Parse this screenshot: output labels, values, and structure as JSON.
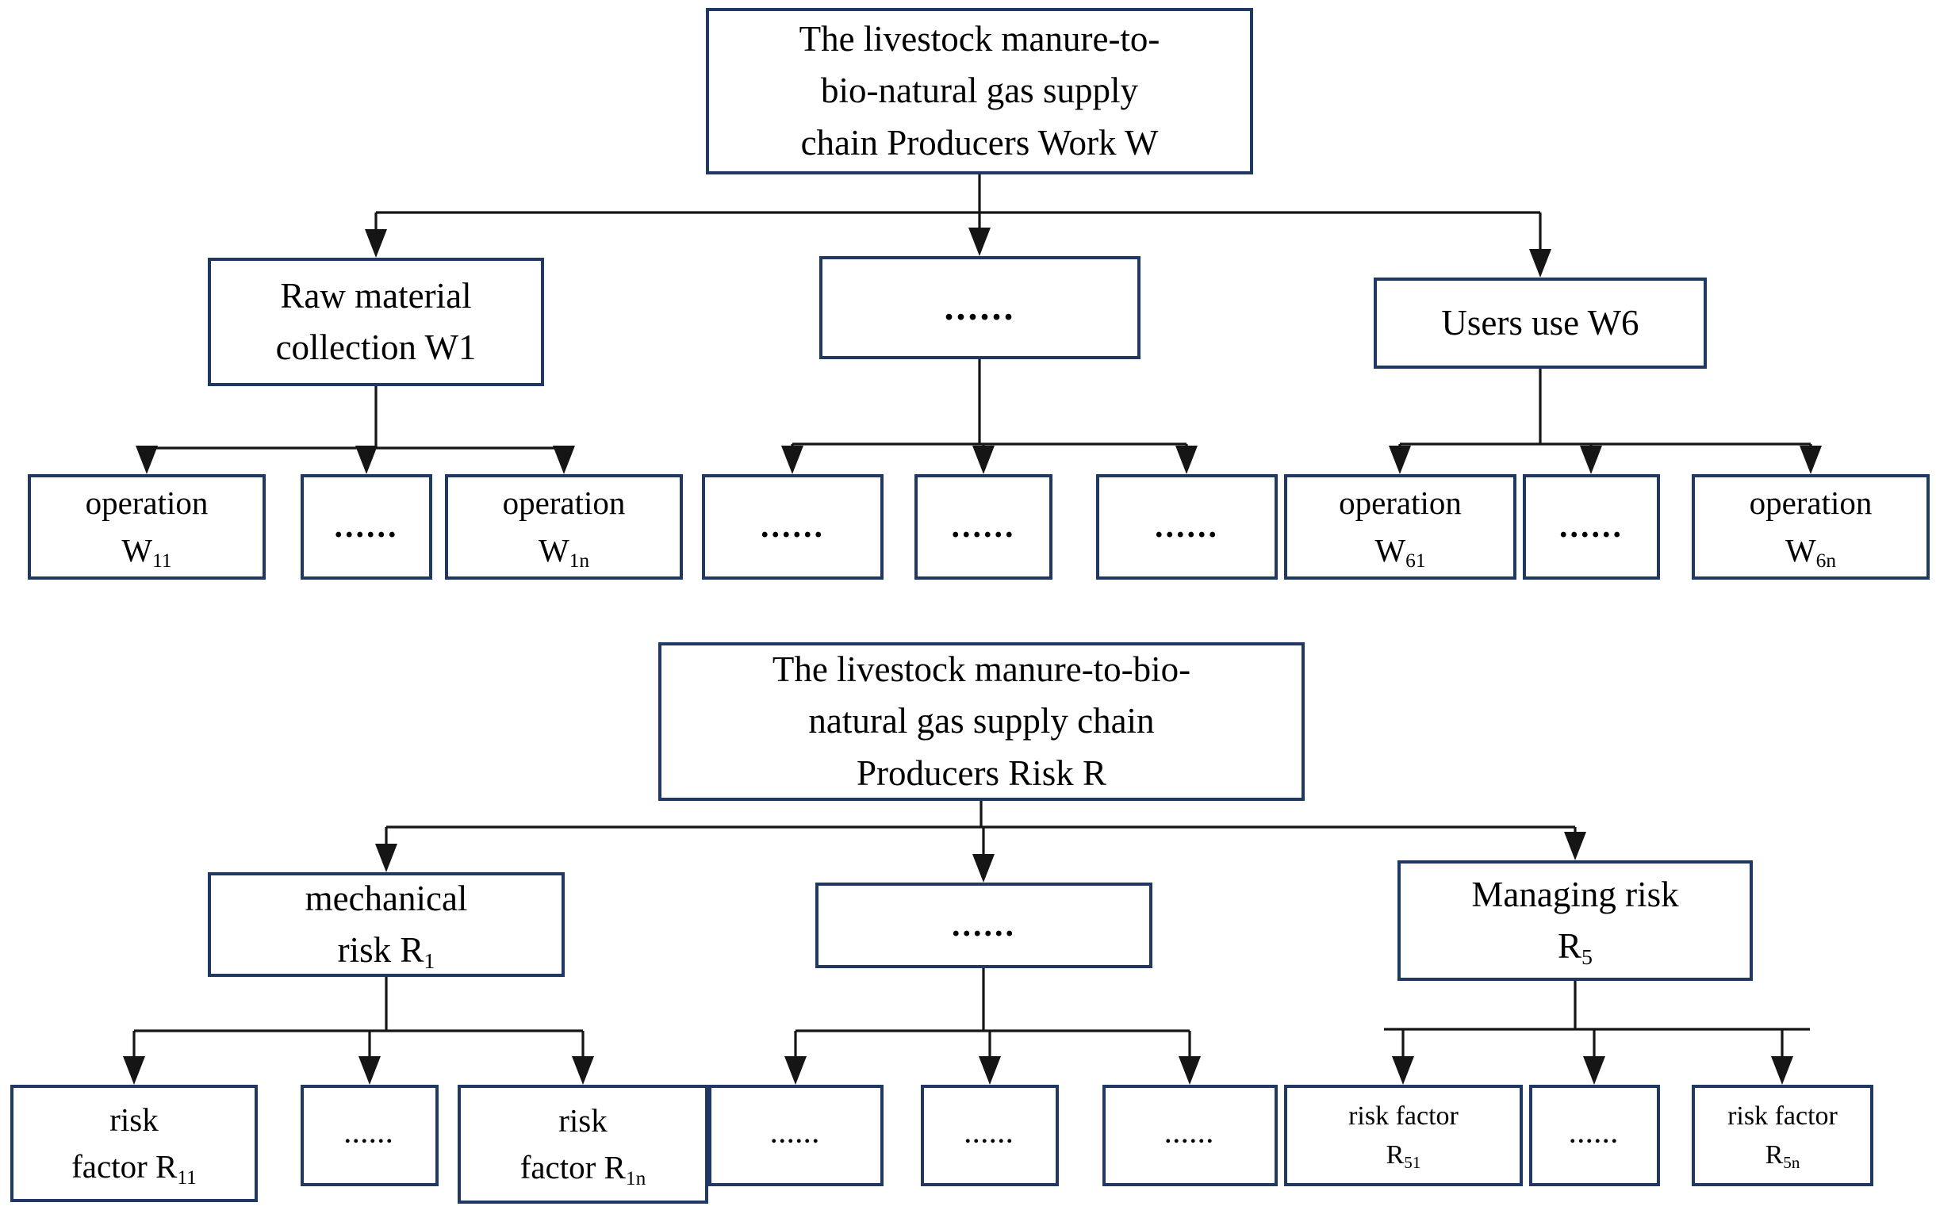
{
  "colors": {
    "box_border": "#1f3864",
    "connector": "#151515",
    "text": "#000000",
    "background": "#ffffff"
  },
  "tree_work": {
    "root": {
      "line1": "The livestock manure-to-",
      "line2": "bio-natural gas supply",
      "line3": "chain Producers Work W"
    },
    "level2": {
      "raw_material": {
        "line1": "Raw material",
        "line2": "collection W1"
      },
      "ellipsis": {
        "dots": "......"
      },
      "users": {
        "line1": "Users use W6"
      }
    },
    "leaves": {
      "w11": {
        "line1": "operation",
        "base": "W",
        "sub": "11"
      },
      "w1_dots": {
        "dots": "......"
      },
      "w1n": {
        "line1": "operation",
        "base": "W",
        "sub": "1n"
      },
      "mid_dots_1": {
        "dots": "......"
      },
      "mid_dots_2": {
        "dots": "......"
      },
      "mid_dots_3": {
        "dots": "......"
      },
      "w61": {
        "line1": "operation",
        "base": "W",
        "sub": "61"
      },
      "w6_dots": {
        "dots": "......"
      },
      "w6n": {
        "line1": "operation",
        "base": "W",
        "sub": "6n"
      }
    }
  },
  "tree_risk": {
    "root": {
      "line1": "The livestock manure-to-bio-",
      "line2": "natural gas supply chain",
      "line3": "Producers Risk R"
    },
    "level2": {
      "mechanical": {
        "line1": "mechanical",
        "base": "risk R",
        "sub": "1"
      },
      "ellipsis": {
        "dots": "......"
      },
      "managing": {
        "line1": "Managing risk",
        "base": "R",
        "sub": "5"
      }
    },
    "leaves": {
      "r11": {
        "line1": "risk",
        "base": "factor R",
        "sub": "11"
      },
      "r1_dots": {
        "dots": "......"
      },
      "r1n": {
        "line1": "risk",
        "base": "factor R",
        "sub": "1n"
      },
      "mid_dots_1": {
        "dots": "......"
      },
      "mid_dots_2": {
        "dots": "......"
      },
      "mid_dots_3": {
        "dots": "......"
      },
      "r51": {
        "line1": "risk factor",
        "base": "R",
        "sub": "51"
      },
      "r5_dots": {
        "dots": "......"
      },
      "r5n": {
        "line1": "risk factor",
        "base": "R",
        "sub": "5n"
      }
    }
  }
}
